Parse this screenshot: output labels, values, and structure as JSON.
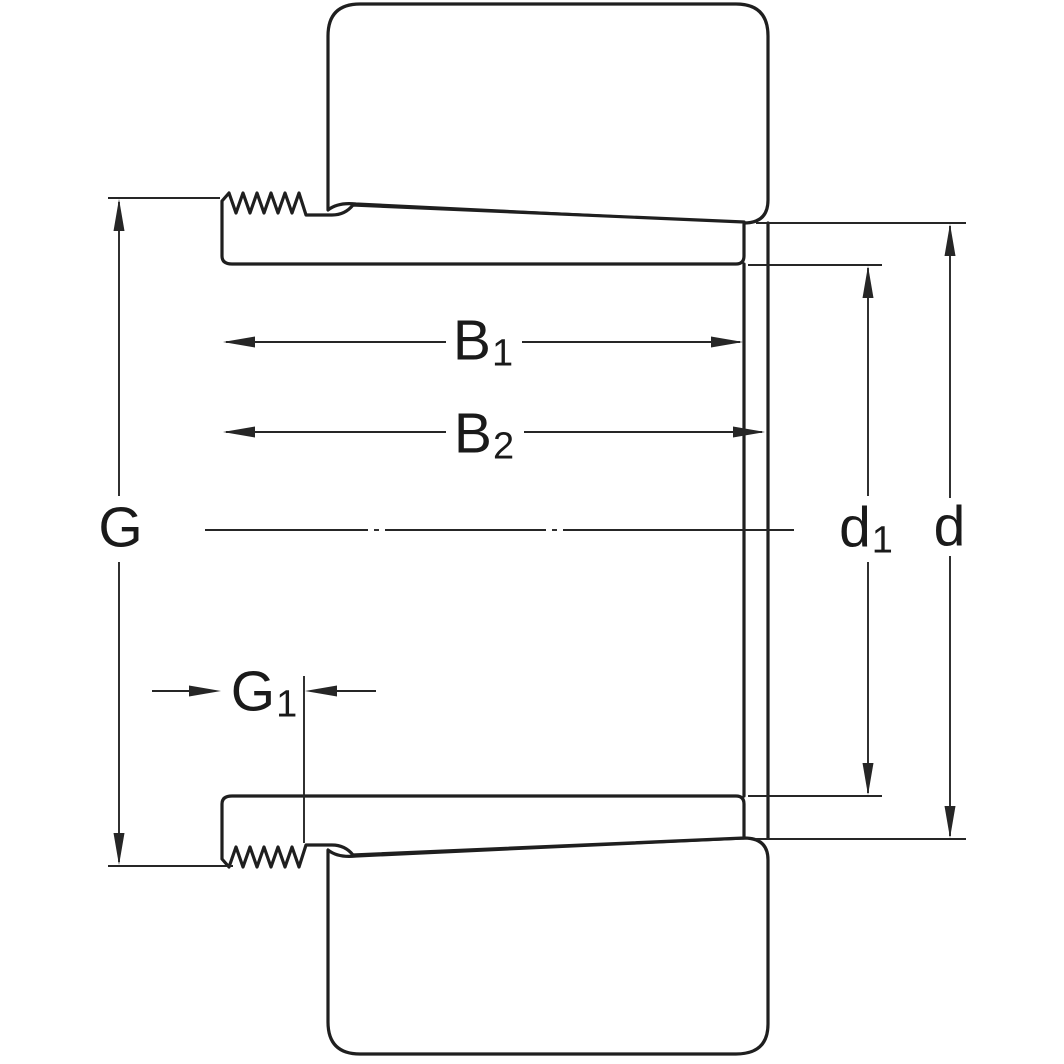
{
  "title": "Adapter sleeve dimension drawing",
  "colors": {
    "line": "#1f1f1f",
    "dimension_line": "#262626",
    "fill_highlight": "#bfd3ee",
    "background": "#ffffff"
  },
  "labels": {
    "b1": {
      "main": "B",
      "sub": "1"
    },
    "b2": {
      "main": "B",
      "sub": "2"
    },
    "g": {
      "main": "G",
      "sub": ""
    },
    "g1": {
      "main": "G",
      "sub": "1"
    },
    "d1": {
      "main": "d",
      "sub": "1"
    },
    "d": {
      "main": "d",
      "sub": ""
    }
  }
}
